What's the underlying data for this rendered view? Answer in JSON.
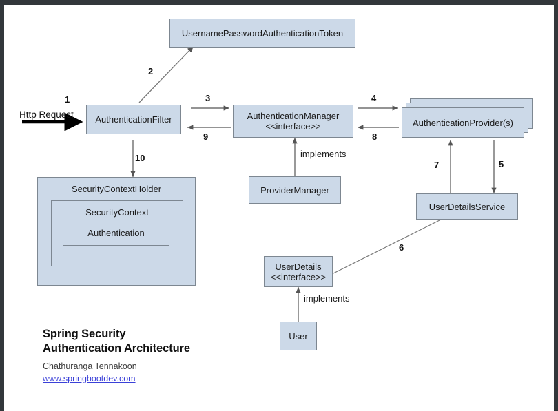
{
  "diagram": {
    "nodes": {
      "token": {
        "label": "UsernamePasswordAuthenticationToken"
      },
      "filter": {
        "label": "AuthenticationFilter"
      },
      "manager": {
        "label": "AuthenticationManager\n<<interface>>"
      },
      "provider": {
        "label": "AuthenticationProvider(s)"
      },
      "provider_manager": {
        "label": "ProviderManager"
      },
      "user_details_service": {
        "label": "UserDetailsService"
      },
      "user_details": {
        "label": "UserDetails\n<<interface>>"
      },
      "user": {
        "label": "User"
      },
      "security_context_holder": {
        "label": "SecurityContextHolder"
      },
      "security_context": {
        "label": "SecurityContext"
      },
      "authentication": {
        "label": "Authentication"
      }
    },
    "edge_labels": {
      "one": "1",
      "two": "2",
      "three": "3",
      "four": "4",
      "five": "5",
      "six": "6",
      "seven": "7",
      "eight": "8",
      "nine": "9",
      "ten": "10"
    },
    "annotations": {
      "http_request": "Http Request",
      "implements_manager": "implements",
      "implements_user": "implements"
    },
    "colors": {
      "box_fill": "#ccd9e8",
      "box_border": "#7d8791",
      "frame": "#32373b",
      "link": "#3b41d8",
      "arrow": "#555555",
      "thick_arrow": "#000000"
    }
  },
  "credits": {
    "title_line1": "Spring Security",
    "title_line2": "Authentication Architecture",
    "author": "Chathuranga Tennakoon",
    "website": "www.springbootdev.com"
  }
}
